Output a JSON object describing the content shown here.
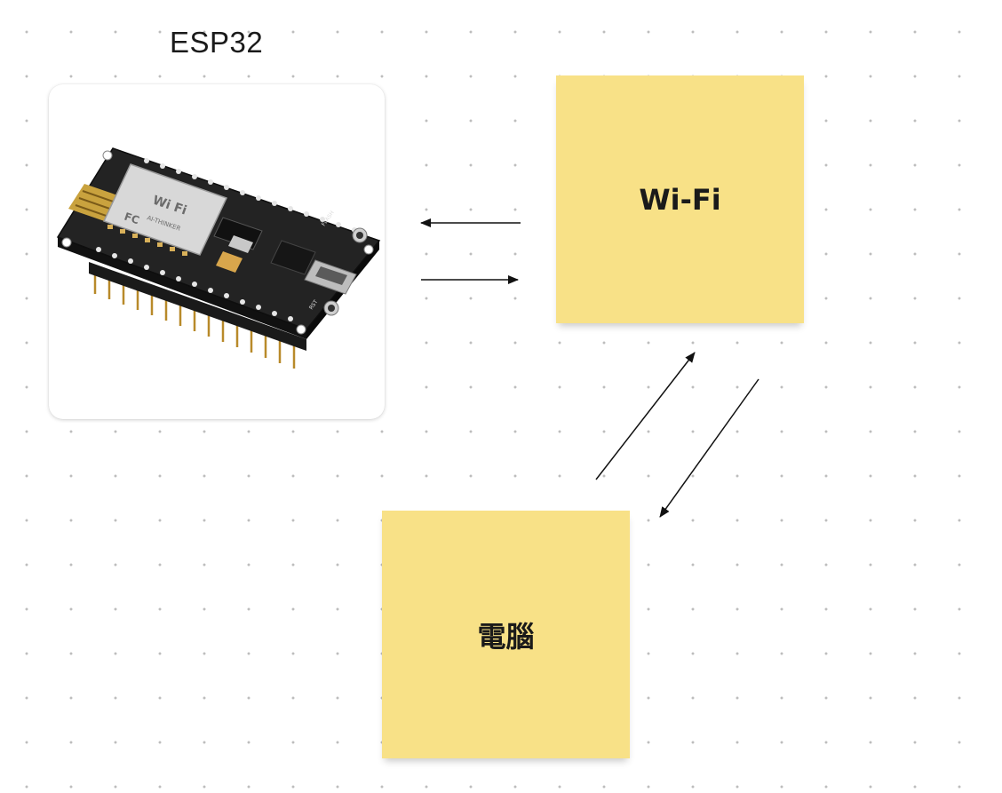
{
  "device": {
    "label": "ESP32",
    "image_subject": "esp32-dev-board",
    "board_texts": {
      "module_brand": "Wi Fi",
      "module_caption": "AI-THINKER",
      "fc_mark": "FC",
      "flash": "FLASH",
      "rst": "RST"
    }
  },
  "nodes": [
    {
      "id": "wifi",
      "label": "Wi-Fi"
    },
    {
      "id": "computer",
      "label": "電腦"
    }
  ],
  "edges": [
    {
      "from": "wifi",
      "to": "device"
    },
    {
      "from": "device",
      "to": "wifi"
    },
    {
      "from": "computer",
      "to": "wifi"
    },
    {
      "from": "wifi",
      "to": "computer"
    }
  ],
  "colors": {
    "sticky_fill": "#f8e187",
    "arrow": "#111111",
    "dot_grid": "#bdbdbd"
  }
}
